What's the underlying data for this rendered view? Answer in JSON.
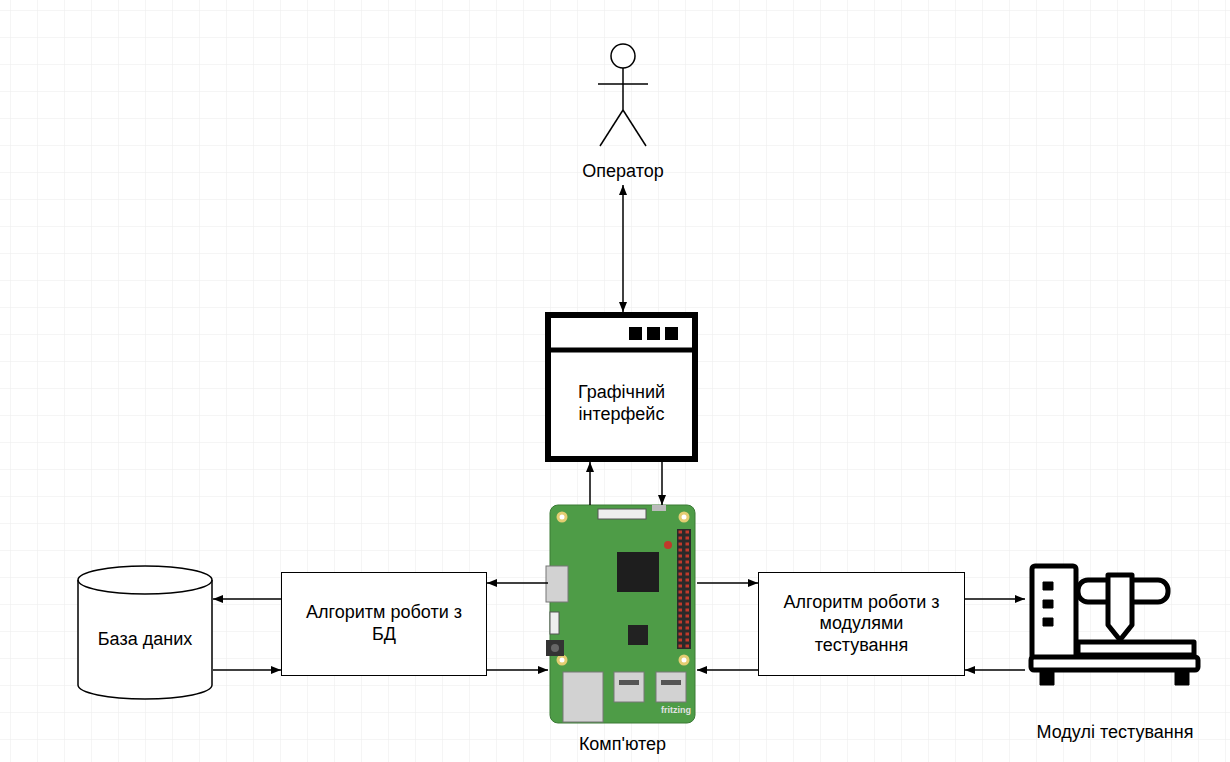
{
  "diagram": {
    "nodes": [
      {
        "text": [
          "Оператор"
        ]
      },
      {
        "text": [
          "Графічний інтерфейс"
        ]
      },
      {
        "text": [
          "База даних"
        ]
      },
      {
        "text": [
          "Алгоритм роботи з БД"
        ]
      },
      {
        "text": [
          "Комп'ютер"
        ]
      },
      {
        "text": [
          "Алгоритм роботи з модулями тестування"
        ]
      },
      {
        "text": [
          "Модулі тестування"
        ]
      }
    ],
    "edges": [
      {
        "from": 0,
        "to": 1,
        "arrow": "both"
      },
      {
        "from": 4,
        "to": 1,
        "arrow": "to"
      },
      {
        "from": 1,
        "to": 4,
        "arrow": "to"
      },
      {
        "from": 4,
        "to": 3,
        "arrow": "to"
      },
      {
        "from": 3,
        "to": 2,
        "arrow": "to"
      },
      {
        "from": 2,
        "to": 3,
        "arrow": "to"
      },
      {
        "from": 3,
        "to": 4,
        "arrow": "to"
      },
      {
        "from": 4,
        "to": 5,
        "arrow": "to"
      },
      {
        "from": 5,
        "to": 6,
        "arrow": "to"
      },
      {
        "from": 6,
        "to": 5,
        "arrow": "to"
      },
      {
        "from": 5,
        "to": 4,
        "arrow": "to"
      }
    ],
    "labels": [
      "fritzing"
    ]
  }
}
